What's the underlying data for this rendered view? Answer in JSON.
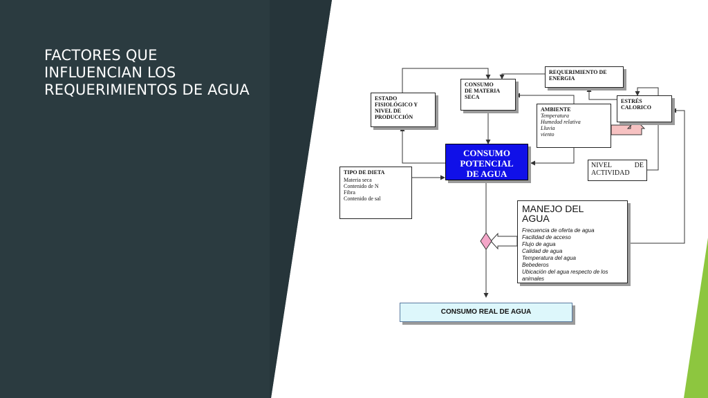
{
  "slide": {
    "title_lines": [
      "FACTORES QUE",
      "INFLUENCIAN LOS",
      "REQUERIMIENTOS DE AGUA"
    ]
  },
  "diagram": {
    "estado": [
      "ESTADO",
      "FISIOLÓGICO Y",
      "NIVEL DE",
      "PRODUCCIÓN"
    ],
    "consumo_ms": [
      "CONSUMO",
      "DE MATERIA",
      "SECA"
    ],
    "req_energia": [
      "REQUERIMIENTO DE",
      "ENERGIA"
    ],
    "estres": [
      "ESTRÉS",
      "CALORICO"
    ],
    "ambiente": {
      "title": "AMBIENTE",
      "items": [
        "Temperatura",
        "Humedad relativa",
        "Lluvia",
        "viento"
      ]
    },
    "potencial": [
      "CONSUMO",
      "POTENCIAL",
      "DE AGUA"
    ],
    "tipo_dieta": {
      "title": "TIPO DE DIETA",
      "items": [
        "Materia seca",
        "Contenido de N",
        "Fibra",
        "Contenido de sal"
      ]
    },
    "nivel_actividad": [
      "NIVEL",
      "DE",
      "ACTIVIDAD"
    ],
    "manejo": {
      "title": [
        "MANEJO DEL",
        "AGUA"
      ],
      "items": [
        "Frecuencia de oferta de agua",
        "Facilidad de acceso",
        "Flujo de agua",
        "Calidad de agua",
        "Temperatura del agua",
        "Bebederos",
        "Ubicación del agua respecto de los animales"
      ]
    },
    "consumo_real": "CONSUMO REAL DE AGUA"
  },
  "colors": {
    "dark_panel": "#2b3b40",
    "accent_green": "#8dc63f",
    "potencial_fill": "#1010e8",
    "real_fill": "#ddf7fb",
    "decision_fill": "#f4a6c8"
  }
}
